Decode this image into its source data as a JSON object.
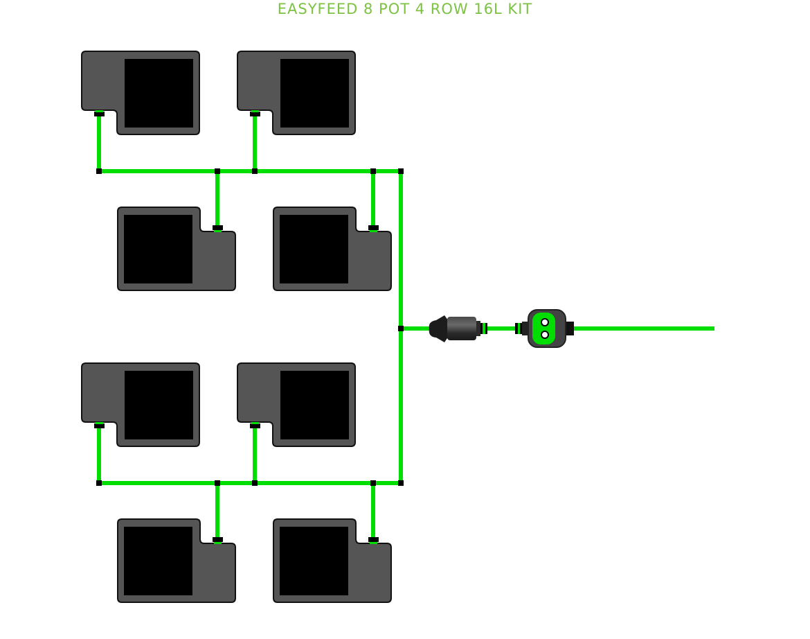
{
  "title": "EASYFEED 8 POT 4 ROW 16L KIT",
  "colors": {
    "tube": "#00dd00",
    "fitting": "#000000",
    "pot_body": "#555555",
    "pot_top": "#000000",
    "title": "#7cc242"
  },
  "components": {
    "pots": [
      {
        "id": "pot-1",
        "row": 1,
        "column": 1,
        "outlet_side": "left"
      },
      {
        "id": "pot-2",
        "row": 1,
        "column": 2,
        "outlet_side": "left"
      },
      {
        "id": "pot-3",
        "row": 2,
        "column": 1,
        "outlet_side": "right"
      },
      {
        "id": "pot-4",
        "row": 2,
        "column": 2,
        "outlet_side": "right"
      },
      {
        "id": "pot-5",
        "row": 3,
        "column": 1,
        "outlet_side": "left"
      },
      {
        "id": "pot-6",
        "row": 3,
        "column": 2,
        "outlet_side": "left"
      },
      {
        "id": "pot-7",
        "row": 4,
        "column": 1,
        "outlet_side": "right"
      },
      {
        "id": "pot-8",
        "row": 4,
        "column": 2,
        "outlet_side": "right"
      }
    ],
    "inline_icons": [
      "filter-icon",
      "tap-connector-icon"
    ]
  }
}
